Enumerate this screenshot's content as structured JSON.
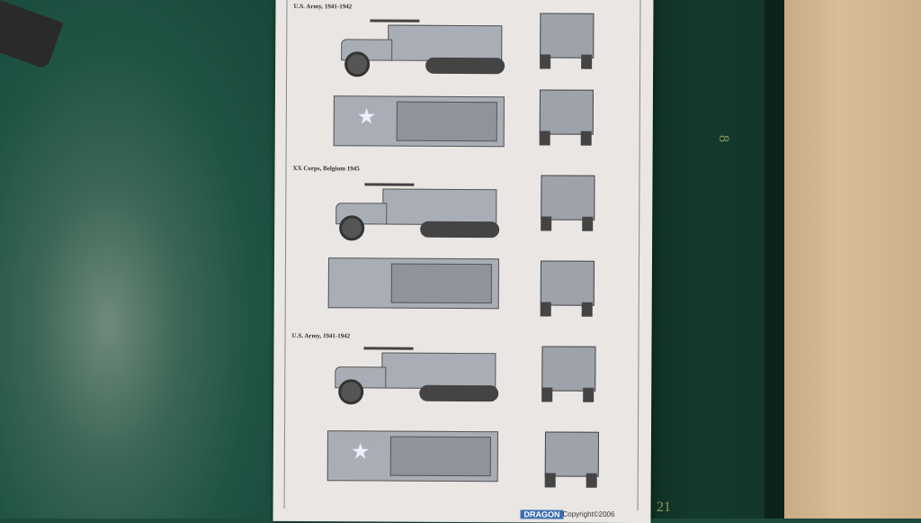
{
  "sheet": {
    "captions": [
      "U.S. Army, 1941-1942",
      "XX Corps, Belgium 1945",
      "U.S. Army, 1941-1942"
    ],
    "logo": "DRAGON",
    "copyright": "Copyright©2006"
  },
  "mat": {
    "ruler_numbers": [
      "8",
      "21"
    ]
  },
  "colors": {
    "vehicle": "#a9aeb6",
    "paper": "#e9e6e3",
    "mat": "#1f5444"
  }
}
